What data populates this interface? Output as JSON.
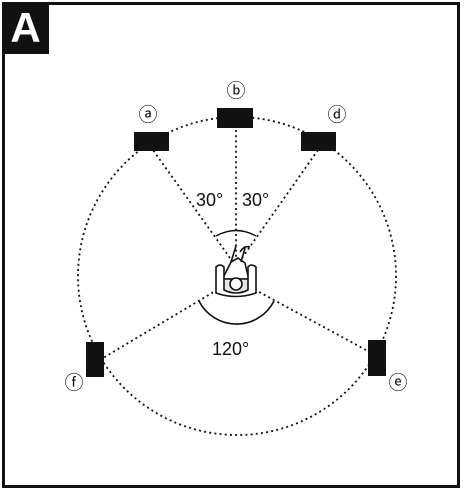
{
  "panel_label": "A",
  "speakers": [
    {
      "id": "a",
      "label": "ⓐ"
    },
    {
      "id": "b",
      "label": "ⓑ"
    },
    {
      "id": "d",
      "label": "ⓓ"
    },
    {
      "id": "e",
      "label": "ⓔ"
    },
    {
      "id": "f",
      "label": "ⓕ"
    }
  ],
  "angles": {
    "front_left": "30°",
    "front_right": "30°",
    "rear": "120°"
  },
  "colors": {
    "ink": "#111111",
    "background": "#ffffff"
  },
  "listener_icon": "person-in-armchair-icon"
}
